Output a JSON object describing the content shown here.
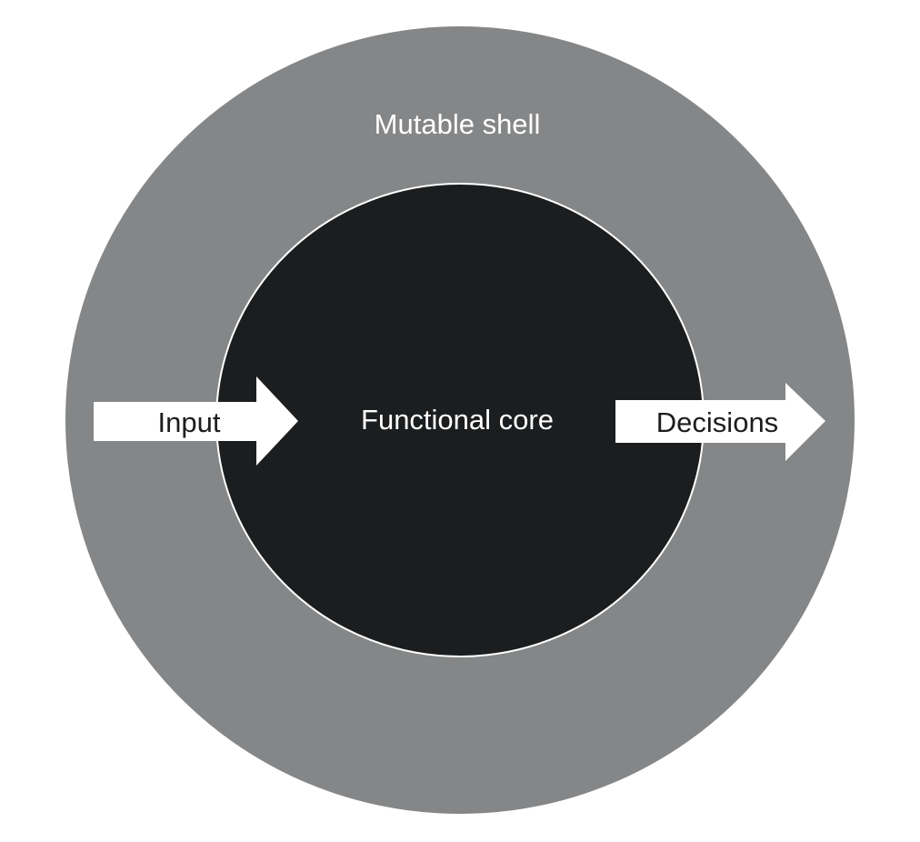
{
  "diagram": {
    "outer_label": "Mutable shell",
    "inner_label": "Functional core",
    "input_arrow_label": "Input",
    "output_arrow_label": "Decisions"
  },
  "colors": {
    "shell": "#858687",
    "core": "#1b1d1f",
    "arrow": "#ffffff",
    "arrow_text": "#1b1d1f",
    "circle_text": "#ffffff"
  }
}
